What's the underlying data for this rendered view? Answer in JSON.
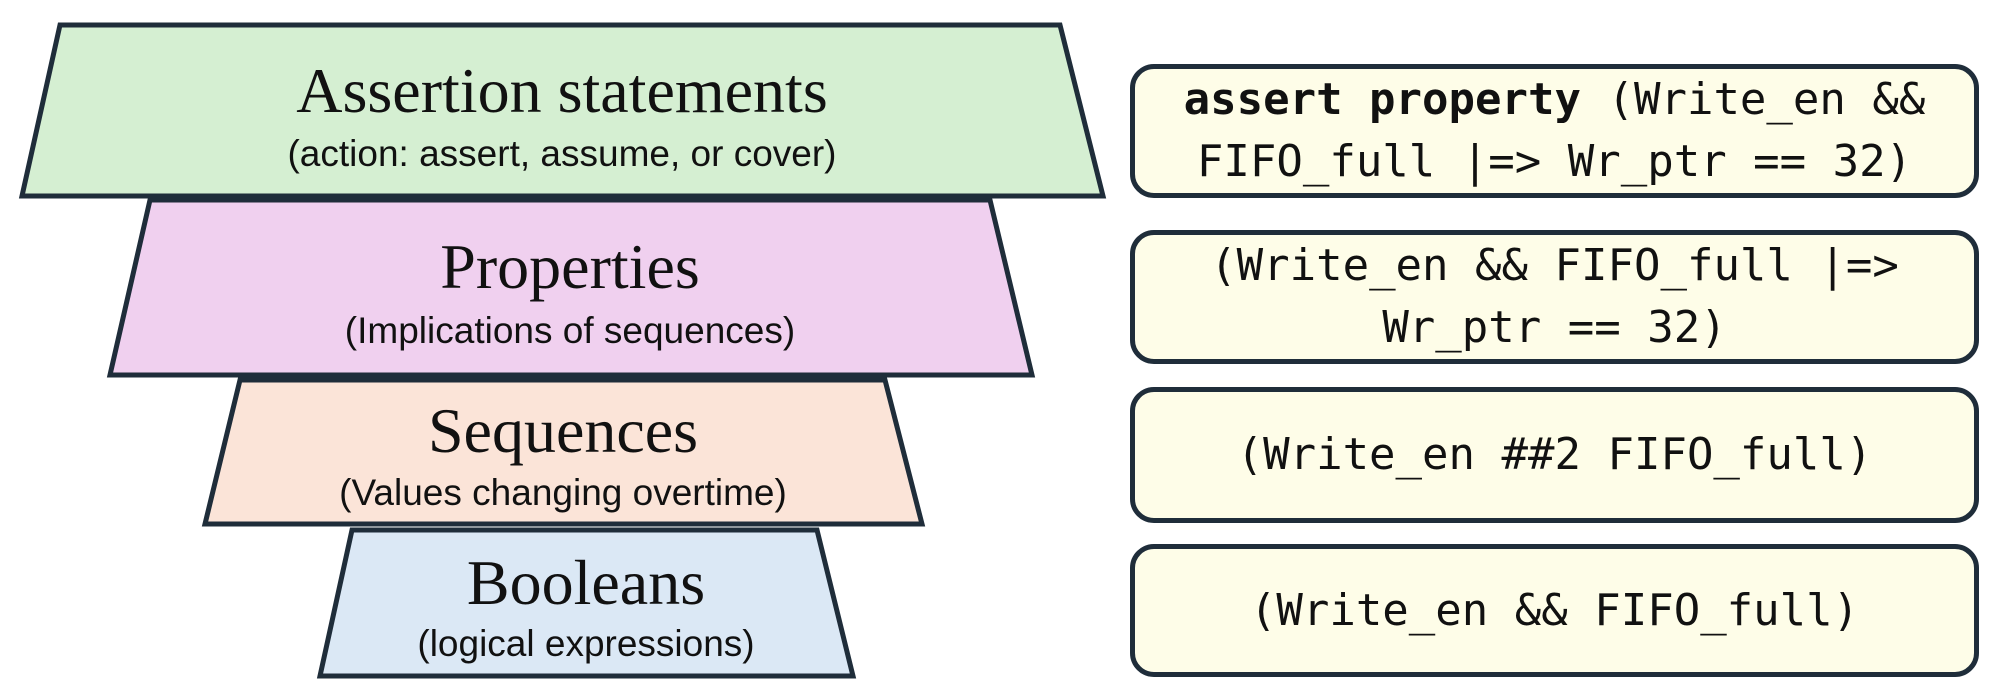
{
  "layers": [
    {
      "title": "Assertion statements",
      "subtitle": "(action: assert, assume, or cover)",
      "fill": "#d5efd2"
    },
    {
      "title": "Properties",
      "subtitle": "(Implications of sequences)",
      "fill": "#f0d0ef"
    },
    {
      "title": "Sequences",
      "subtitle": "(Values changing overtime)",
      "fill": "#fbe4d8"
    },
    {
      "title": "Booleans",
      "subtitle": "(logical expressions)",
      "fill": "#dbe8f5"
    }
  ],
  "examples": [
    {
      "keyword": "assert property",
      "line1": "(Write_en &&",
      "line2": "FIFO_full |=> Wr_ptr == 32)"
    },
    {
      "line1": "(Write_en && FIFO_full |=>",
      "line2": "Wr_ptr == 32)"
    },
    {
      "line1": "(Write_en ##2 FIFO_full)"
    },
    {
      "line1": "(Write_en && FIFO_full)"
    }
  ],
  "colors": {
    "outline": "#1f2d3a",
    "box_fill": "#fefde8"
  }
}
